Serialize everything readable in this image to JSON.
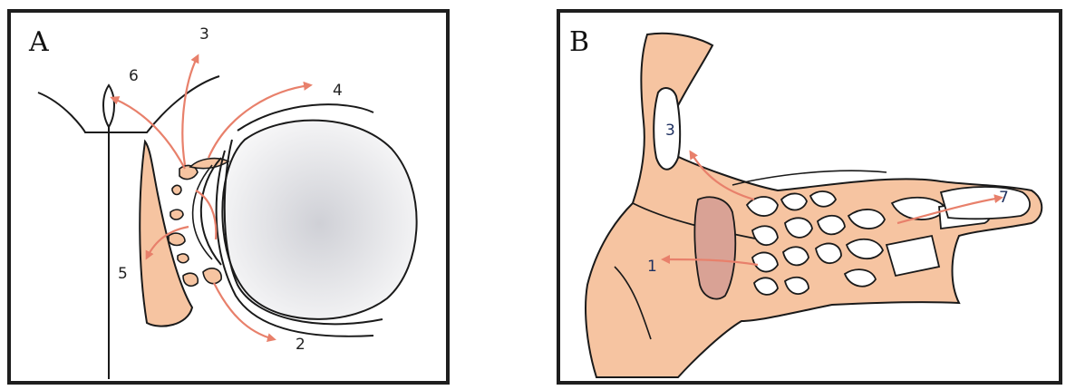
{
  "colors": {
    "tissue": "#f6c4a1",
    "tissue_dark": "#d9a295",
    "arrow": "#e8806b",
    "outline": "#1a1a1a",
    "eye_center": "#cfd0d6",
    "eye_edge": "#f6f6f7"
  },
  "panel_a": {
    "letter": "A",
    "labels": {
      "n1": "",
      "n2": "2",
      "n3": "3",
      "n4": "4",
      "n5": "5",
      "n6": "6"
    }
  },
  "panel_b": {
    "letter": "B",
    "labels": {
      "n1": "1",
      "n3": "3",
      "n7": "7"
    }
  }
}
